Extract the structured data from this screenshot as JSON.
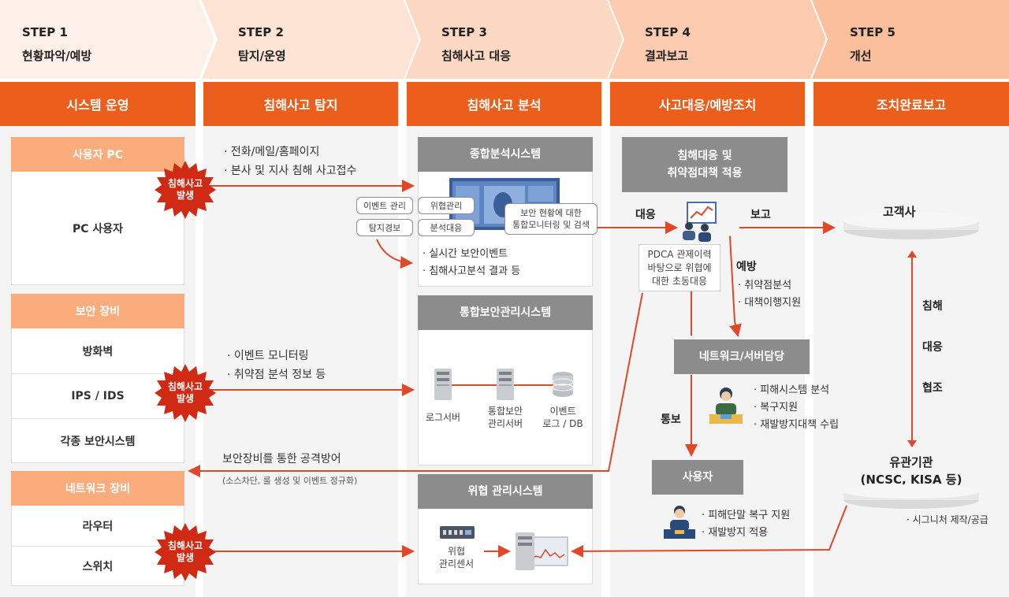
{
  "steps": [
    {
      "num": "STEP 1",
      "name": "현황파악/예방"
    },
    {
      "num": "STEP 2",
      "name": "탐지/운영"
    },
    {
      "num": "STEP 3",
      "name": "침해사고 대응"
    },
    {
      "num": "STEP 4",
      "name": "결과보고"
    },
    {
      "num": "STEP 5",
      "name": "개선"
    }
  ],
  "phases": [
    "시스템 운영",
    "침해사고 탐지",
    "침해사고 분석",
    "사고대응/예방조치",
    "조치완료보고"
  ],
  "col1": {
    "user_pc": {
      "head": "사용자 PC",
      "items": [
        "PC 사용자"
      ]
    },
    "security_equipment": {
      "head": "보안 장비",
      "items": [
        "방화벽",
        "IPS / IDS",
        "각종 보안시스템"
      ]
    },
    "network_equipment": {
      "head": "네트워크 장비",
      "items": [
        "라우터",
        "스위치"
      ]
    }
  },
  "burst_label": [
    "침해사고",
    "발생"
  ],
  "col2": {
    "report_channels": [
      "· 전화/메일/홈페이지",
      "· 본사 및 지사 침해 사고접수"
    ],
    "monitoring": [
      "· 이벤트 모니터링",
      "· 취약점 분석 정보 등"
    ],
    "defense_title": "보안장비를 통한 공격방어",
    "defense_sub": "(소스차단, 룰 생성 및 이벤트 정규화)"
  },
  "col3": {
    "integrated_analysis": {
      "head": "종합분석시스템",
      "pills": [
        "이벤트 관리",
        "위협관리",
        "탐지경보",
        "분석대응"
      ],
      "callout": [
        "보안 현황에 대한",
        "통합모니터링 및 검색"
      ],
      "bullets": [
        "· 실시간 보안이벤트",
        "· 침해사고분석 결과 등"
      ]
    },
    "integrated_security": {
      "head": "통합보안관리시스템",
      "log_server": "로그서버",
      "mgmt_server": [
        "통합보안",
        "관리서버"
      ],
      "event_db": [
        "이벤트",
        "로그 / DB"
      ]
    },
    "threat_mgmt": {
      "head": "위협 관리시스템",
      "sensor": [
        "위협",
        "관리센서"
      ]
    }
  },
  "col4": {
    "response": {
      "head": [
        "침해대응 및",
        "취약점대책 적용"
      ]
    },
    "label_response": "대응",
    "label_report": "보고",
    "label_prevent": "예방",
    "label_notify": "통보",
    "pdca": [
      "PDCA 관제이력",
      "바탕으로 위협에",
      "대한 초동대응"
    ],
    "prevent_items": [
      "· 취약점분석",
      "· 대책이행지원"
    ],
    "network_server": {
      "head": "네트워크/서버담당",
      "items": [
        "· 피해시스템 분석",
        "· 복구지원",
        "· 재발방지대책 수립"
      ]
    },
    "user": {
      "head": "사용자",
      "items": [
        "· 피해단말 복구 지원",
        "· 재발방지 적용"
      ]
    }
  },
  "col5": {
    "customer": "고객사",
    "cooperation": [
      "침해",
      "대응",
      "협조"
    ],
    "agency": [
      "유관기관",
      "(NCSC, KISA 등)"
    ],
    "signature": "· 시그니처 제작/공급"
  },
  "colors": {
    "accent": "#ec5e1b",
    "light": "#fbac7c",
    "gray": "#8c8c8c",
    "arrow": "#e0482a"
  }
}
